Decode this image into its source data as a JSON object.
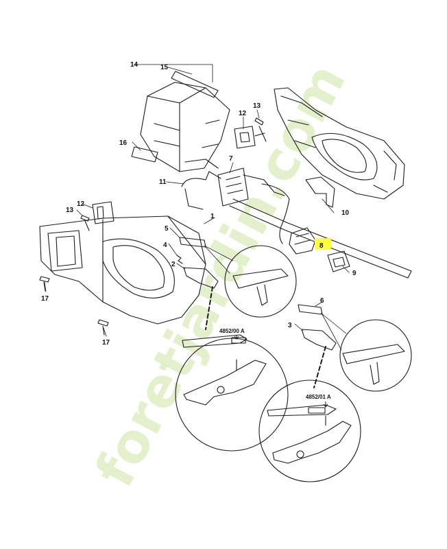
{
  "colors": {
    "line": "#1a1a1a",
    "highlight": "#ffff3c",
    "watermark_green": "#cfe5a2",
    "watermark_orange": "#f3c98d"
  },
  "watermark": "foretjardin.com",
  "callouts": {
    "c1": "1",
    "c2": "2",
    "c3": "3",
    "c4": "4",
    "c5": "5",
    "c6": "6",
    "c7": "7",
    "c8": "8",
    "c9": "9",
    "c10": "10",
    "c11": "11",
    "c12a": "12",
    "c12b": "12",
    "c13a": "13",
    "c13b": "13",
    "c14": "14",
    "c15": "15",
    "c16": "16",
    "c17a": "17",
    "c17b": "17"
  },
  "tool_codes": {
    "left": "4852/00 A",
    "right": "4852/01 A"
  },
  "highlighted_part": "8"
}
